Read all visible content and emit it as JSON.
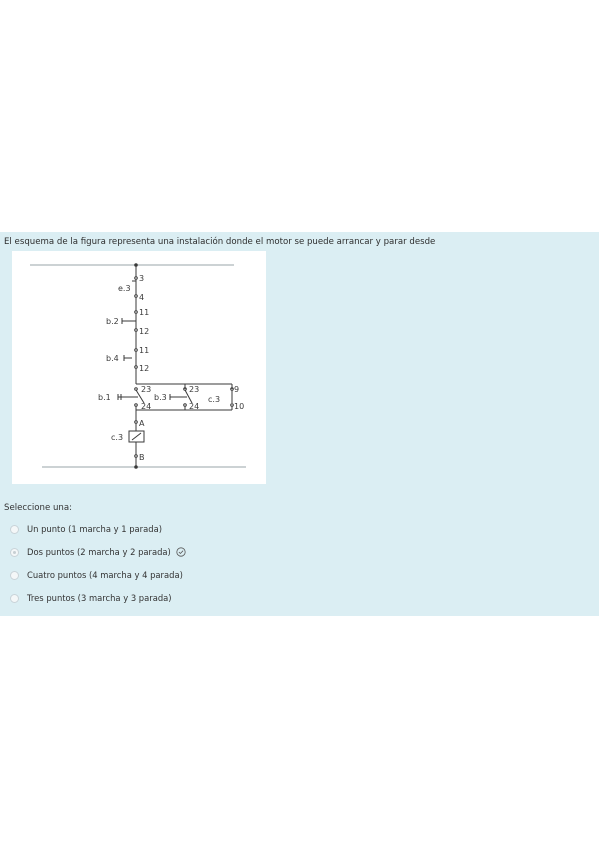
{
  "question": {
    "text": "El esquema de la figura representa una instalación donde el motor se puede arrancar y parar desde"
  },
  "figure": {
    "labels": {
      "e3": "e.3",
      "n3": "3",
      "n4": "4",
      "b2": "b.2",
      "b2_11": "11",
      "b2_12": "12",
      "b4": "b.4",
      "b4_11": "11",
      "b4_12": "12",
      "b1": "b.1",
      "b1_23": "23",
      "b1_24": "24",
      "b3": "b.3",
      "b3_23": "23",
      "b3_24": "24",
      "c3_aux": "c.3",
      "c3_9": "9",
      "c3_10": "10",
      "coil_a": "A",
      "coil": "c.3",
      "coil_b": "B"
    }
  },
  "answer": {
    "prompt": "Seleccione una:",
    "options": [
      {
        "label": "Un punto (1 marcha y 1 parada)",
        "selected": false
      },
      {
        "label": "Dos puntos (2 marcha y 2 parada)",
        "selected": true,
        "correct_icon": "check-circle-icon"
      },
      {
        "label": "Cuatro puntos (4 marcha y 4 parada)",
        "selected": false
      },
      {
        "label": "Tres puntos (3 marcha y 3 parada)",
        "selected": false
      }
    ]
  },
  "colors": {
    "panel_background": "#dbeef3",
    "text": "#2e2e2e"
  }
}
